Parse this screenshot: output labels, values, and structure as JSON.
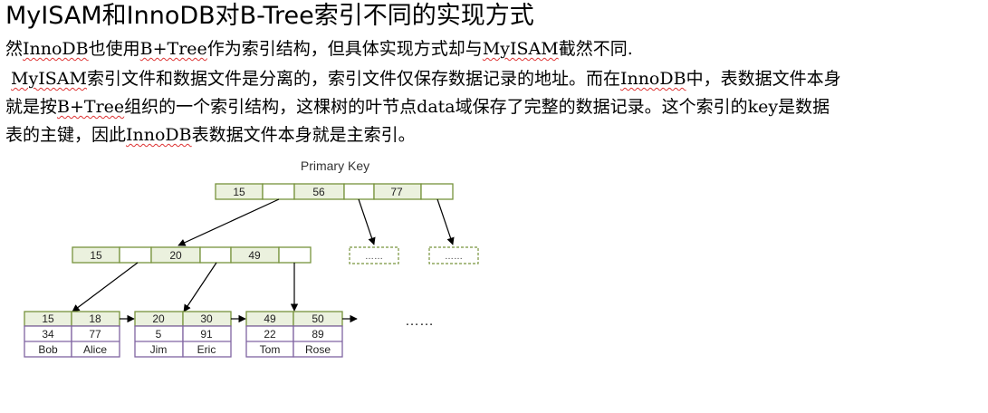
{
  "title": "MyISAM和InnoDB对B-Tree索引不同的实现方式",
  "intro": {
    "before": "然",
    "term1": "InnoDB",
    "mid1": "也使用",
    "term2": "B+Tree",
    "mid2": "作为索引结构，但具体实现方式却与",
    "term3": "MyISAM",
    "after": "截然不同."
  },
  "body": {
    "line1": {
      "pre": " ",
      "term1": "MyISAM",
      "mid1": "索引文件和数据文件是分离的，索引文件仅保存数据记录的地址。而在",
      "term2": "InnoDB",
      "after": "中，表数据文件本身"
    },
    "line2": {
      "pre": "就是按",
      "term1": "B+Tree",
      "after": "组织的一个索引结构，这棵树的叶节点data域保存了完整的数据记录。这个索引的key是数据"
    },
    "line3": {
      "pre": "表的主键，因此",
      "term1": "InnoDB",
      "after": "表数据文件本身就是主索引。"
    }
  },
  "diagram": {
    "label": "Primary Key",
    "root_keys": [
      "15",
      "56",
      "77"
    ],
    "mid_keys": [
      "15",
      "20",
      "49"
    ],
    "placeholder": "……",
    "ellipsis": "……",
    "leaves": [
      {
        "keys": [
          "15",
          "18"
        ],
        "ages": [
          "34",
          "77"
        ],
        "names": [
          "Bob",
          "Alice"
        ]
      },
      {
        "keys": [
          "20",
          "30"
        ],
        "ages": [
          "5",
          "91"
        ],
        "names": [
          "Jim",
          "Eric"
        ]
      },
      {
        "keys": [
          "49",
          "50"
        ],
        "ages": [
          "22",
          "89"
        ],
        "names": [
          "Tom",
          "Rose"
        ]
      }
    ],
    "colors": {
      "key_fill": "#ebf1de",
      "key_border": "#77933c",
      "leaf_border": "#8064a2",
      "squiggle": "#dd3333"
    }
  }
}
